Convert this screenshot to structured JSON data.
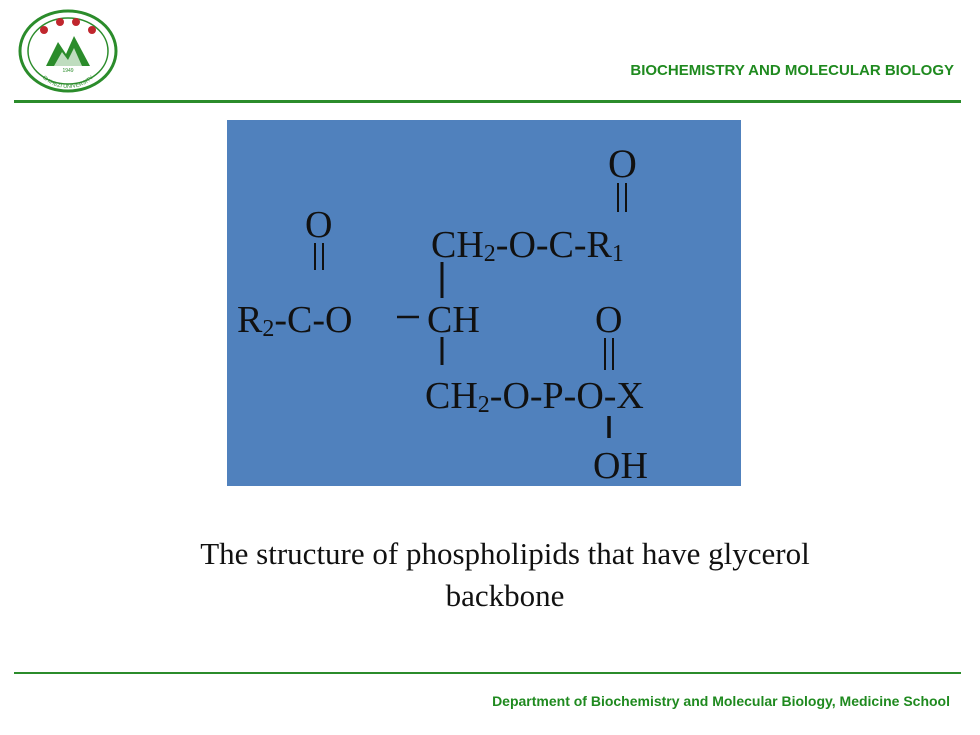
{
  "header": {
    "title": "BIOCHEMISTRY  AND MOLECULAR BIOLOGY",
    "logo_text": "SHIHEZI UNIVERSITY",
    "logo_year": "1949"
  },
  "structure": {
    "top_o": "O",
    "ch2_top": "CH",
    "ch2_top_sub": "2",
    "ch2_top_rest": "-O-C-R",
    "r1_sub": "1",
    "left_o": "O",
    "r2": "R",
    "r2_sub": "2",
    "r2_rest": "-C-O",
    "ch": "CH",
    "mid_o": "O",
    "ch2_bot": "CH",
    "ch2_bot_sub": "2",
    "ch2_bot_rest": "-O-P-O-X",
    "oh": "OH"
  },
  "caption": {
    "line1": "The structure of  phospholipids  that have glycerol",
    "line2": "backbone"
  },
  "footer": {
    "text": "Department  of Biochemistry and Molecular Biology, Medicine School"
  },
  "colors": {
    "accent": "#2b8c2b",
    "diagram_bg": "#5081bd"
  }
}
